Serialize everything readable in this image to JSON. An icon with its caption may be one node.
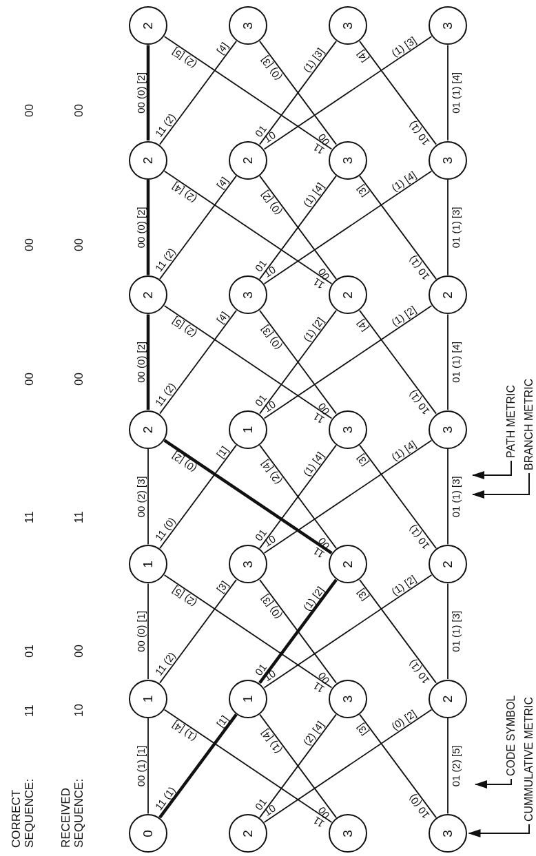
{
  "diagram": {
    "nodes": [
      {
        "text": [
          "0"
        ]
      },
      {
        "text": [
          "2"
        ]
      },
      {
        "text": [
          "3"
        ]
      },
      {
        "text": [
          "3"
        ]
      },
      {
        "text": [
          "1"
        ]
      },
      {
        "text": [
          "1"
        ]
      },
      {
        "text": [
          "3"
        ]
      },
      {
        "text": [
          "2"
        ]
      },
      {
        "text": [
          "1"
        ]
      },
      {
        "text": [
          "3"
        ]
      },
      {
        "text": [
          "2"
        ]
      },
      {
        "text": [
          "2"
        ]
      },
      {
        "text": [
          "2"
        ]
      },
      {
        "text": [
          "1"
        ]
      },
      {
        "text": [
          "3"
        ]
      },
      {
        "text": [
          "3"
        ]
      },
      {
        "text": [
          "2"
        ]
      },
      {
        "text": [
          "3"
        ]
      },
      {
        "text": [
          "2"
        ]
      },
      {
        "text": [
          "2"
        ]
      },
      {
        "text": [
          "2"
        ]
      },
      {
        "text": [
          "2"
        ]
      },
      {
        "text": [
          "3"
        ]
      },
      {
        "text": [
          "3"
        ]
      },
      {
        "text": [
          "2"
        ]
      },
      {
        "text": [
          "3"
        ]
      },
      {
        "text": [
          "3"
        ]
      },
      {
        "text": [
          "3"
        ]
      },
      {
        "text": [
          "CODE SYMBOL"
        ]
      },
      {
        "text": [
          "CUMMULATIVE METRIC"
        ]
      },
      {
        "text": [
          "PATH METRIC"
        ]
      },
      {
        "text": [
          "BRANCH METRIC"
        ]
      }
    ],
    "edges": [
      {
        "from": 0,
        "to": 4,
        "arrow": "none",
        "label": "00 (1) [1]"
      },
      {
        "from": 0,
        "to": 5,
        "arrow": "none",
        "label": "11 (1) [1]",
        "style": "thick"
      },
      {
        "from": 1,
        "to": 6,
        "arrow": "none",
        "label": "01 (2) [4]"
      },
      {
        "from": 1,
        "to": 7,
        "arrow": "none",
        "label": "10 (0) [2]"
      },
      {
        "from": 2,
        "to": 4,
        "arrow": "none",
        "label": "11 (1) [4]"
      },
      {
        "from": 2,
        "to": 5,
        "arrow": "none",
        "label": "00 (1) [4]"
      },
      {
        "from": 3,
        "to": 6,
        "arrow": "none",
        "label": "10 (0) [3]"
      },
      {
        "from": 3,
        "to": 7,
        "arrow": "none",
        "label": "01 (2) [5]"
      },
      {
        "from": 4,
        "to": 8,
        "arrow": "none",
        "label": "00 (0) [1]"
      },
      {
        "from": 4,
        "to": 9,
        "arrow": "none",
        "label": "11 (2) [3]"
      },
      {
        "from": 5,
        "to": 10,
        "arrow": "none",
        "label": "01 (1) [2]",
        "style": "thick"
      },
      {
        "from": 5,
        "to": 11,
        "arrow": "none",
        "label": "10 (1) [2]"
      },
      {
        "from": 6,
        "to": 8,
        "arrow": "none",
        "label": "11 (2) [5]"
      },
      {
        "from": 6,
        "to": 9,
        "arrow": "none",
        "label": "00 (0) [3]"
      },
      {
        "from": 7,
        "to": 10,
        "arrow": "none",
        "label": "10 (1) [3]"
      },
      {
        "from": 7,
        "to": 11,
        "arrow": "none",
        "label": "01 (1) [3]"
      },
      {
        "from": 8,
        "to": 12,
        "arrow": "none",
        "label": "00 (2) [3]"
      },
      {
        "from": 8,
        "to": 13,
        "arrow": "none",
        "label": "11 (0) [1]"
      },
      {
        "from": 9,
        "to": 14,
        "arrow": "none",
        "label": "01 (1) [4]"
      },
      {
        "from": 9,
        "to": 15,
        "arrow": "none",
        "label": "10 (1) [4]"
      },
      {
        "from": 10,
        "to": 12,
        "arrow": "none",
        "label": "11 (0) [2]",
        "style": "thick"
      },
      {
        "from": 10,
        "to": 13,
        "arrow": "none",
        "label": "00 (2) [4]"
      },
      {
        "from": 11,
        "to": 14,
        "arrow": "none",
        "label": "10 (1) [3]"
      },
      {
        "from": 11,
        "to": 15,
        "arrow": "none",
        "label": "01 (1) [3]"
      },
      {
        "from": 12,
        "to": 16,
        "arrow": "none",
        "label": "00 (0) [2]",
        "style": "thick"
      },
      {
        "from": 12,
        "to": 17,
        "arrow": "none",
        "label": "11 (2) [4]"
      },
      {
        "from": 13,
        "to": 18,
        "arrow": "none",
        "label": "01 (1) [2]"
      },
      {
        "from": 13,
        "to": 19,
        "arrow": "none",
        "label": "10 (1) [2]"
      },
      {
        "from": 14,
        "to": 16,
        "arrow": "none",
        "label": "11 (2) [5]"
      },
      {
        "from": 14,
        "to": 17,
        "arrow": "none",
        "label": "00 (0) [3]"
      },
      {
        "from": 15,
        "to": 18,
        "arrow": "none",
        "label": "10 (1) [4]"
      },
      {
        "from": 15,
        "to": 19,
        "arrow": "none",
        "label": "01 (1) [4]"
      },
      {
        "from": 16,
        "to": 20,
        "arrow": "none",
        "label": "00 (0) [2]",
        "style": "thick"
      },
      {
        "from": 16,
        "to": 21,
        "arrow": "none",
        "label": "11 (2) [4]"
      },
      {
        "from": 17,
        "to": 22,
        "arrow": "none",
        "label": "01 (1) [4]"
      },
      {
        "from": 17,
        "to": 23,
        "arrow": "none",
        "label": "10 (1) [4]"
      },
      {
        "from": 18,
        "to": 20,
        "arrow": "none",
        "label": "11 (2) [4]"
      },
      {
        "from": 18,
        "to": 21,
        "arrow": "none",
        "label": "00 (0) [2]"
      },
      {
        "from": 19,
        "to": 22,
        "arrow": "none",
        "label": "10 (1) [3]"
      },
      {
        "from": 19,
        "to": 23,
        "arrow": "none",
        "label": "01 (1) [3]"
      },
      {
        "from": 20,
        "to": 24,
        "arrow": "none",
        "label": "00 (0) [2]",
        "style": "thick"
      },
      {
        "from": 20,
        "to": 25,
        "arrow": "none",
        "label": "11 (2) [4]"
      },
      {
        "from": 21,
        "to": 26,
        "arrow": "none",
        "label": "01 (1) [3]"
      },
      {
        "from": 21,
        "to": 27,
        "arrow": "none",
        "label": "10 (1) [3]"
      },
      {
        "from": 22,
        "to": 24,
        "arrow": "none",
        "label": "11 (2) [5]"
      },
      {
        "from": 22,
        "to": 25,
        "arrow": "none",
        "label": "00 (0) [3]"
      },
      {
        "from": 23,
        "to": 26,
        "arrow": "none",
        "label": "10 (1) [4]"
      },
      {
        "from": 23,
        "to": 27,
        "arrow": "none",
        "label": "01 (1) [4]"
      },
      {
        "from": 28,
        "to": null,
        "arrow": "to"
      },
      {
        "from": 29,
        "to": 3,
        "arrow": "to"
      },
      {
        "from": 30,
        "to": null,
        "arrow": "to"
      },
      {
        "from": 31,
        "to": null,
        "arrow": "to"
      }
    ],
    "labels": [
      "CORRECT SEQUENCE:",
      "11",
      "01",
      "11",
      "00",
      "00",
      "00",
      "RECEIVED SEQUENCE:",
      "10",
      "00",
      "11",
      "00",
      "00",
      "00"
    ]
  }
}
